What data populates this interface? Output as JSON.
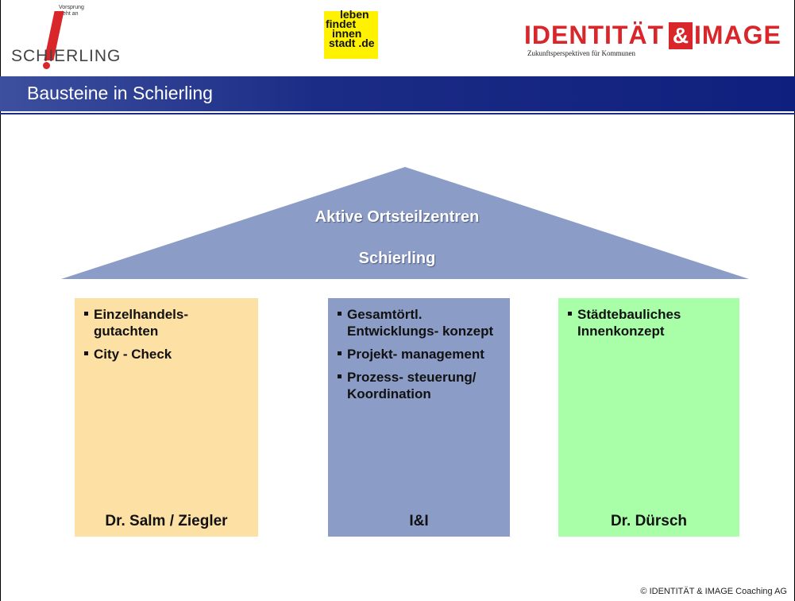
{
  "header": {
    "schierling_logo": {
      "tagline_1": "Vorsprung",
      "tagline_2": "zieht an",
      "wordmark": "SCHIERLING"
    },
    "leben_logo": {
      "line_1": "leben",
      "line_2": "findet",
      "line_3": "innen",
      "line_4": "stadt .de"
    },
    "identitaet_logo": {
      "word_1": "IDENTITÄT",
      "ampersand": "&",
      "word_2": "IMAGE",
      "subtitle": "Zukunftsperspektiven für Kommunen"
    }
  },
  "title": "Bausteine in Schierling",
  "roof": {
    "line_1": "Aktive Ortsteilzentren",
    "line_2": "Schierling"
  },
  "pillars": [
    {
      "items": [
        "Einzelhandels- gutachten",
        "City - Check"
      ],
      "footer": "Dr. Salm /  Ziegler"
    },
    {
      "items": [
        "Gesamtörtl. Entwicklungs- konzept",
        "Projekt- management",
        "Prozess- steuerung/ Koordination"
      ],
      "footer": "I&I"
    },
    {
      "items": [
        "Städtebauliches Innenkonzept"
      ],
      "footer": "Dr. Dürsch"
    }
  ],
  "copyright": "© IDENTITÄT & IMAGE Coaching AG",
  "colors": {
    "title_bar": "#1b2c86",
    "roof": "#8b9cc6",
    "pillar_1": "#fde0a4",
    "pillar_2": "#8b9cc6",
    "pillar_3": "#a8ffa8",
    "brand_red": "#d8262a",
    "leben_yellow": "#fff200"
  }
}
